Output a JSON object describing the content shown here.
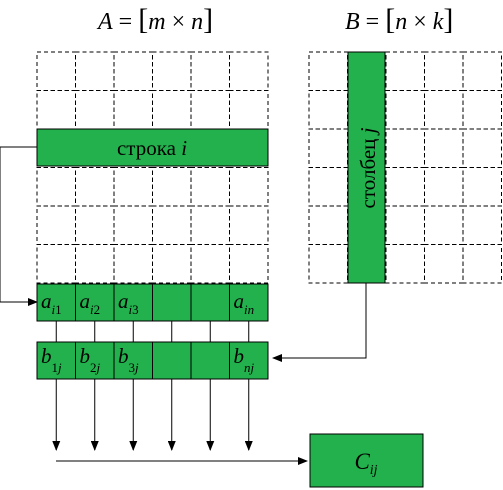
{
  "matrixA": {
    "title": {
      "lhs": "A",
      "eq": " = ",
      "lb": "[",
      "m": "m",
      "times": " × ",
      "n": "n",
      "rb": "]"
    },
    "rows": 6,
    "cols": 6,
    "highlight_row": 3,
    "row_label": {
      "word": "строка ",
      "index": "i"
    }
  },
  "matrixB": {
    "title": {
      "lhs": "B",
      "eq": " = ",
      "lb": "[",
      "n": "n",
      "times": " × ",
      "k": "k",
      "rb": "]"
    },
    "rows": 6,
    "cols": 5,
    "highlight_col": 2,
    "col_label": {
      "word": "столбец ",
      "index": "j"
    }
  },
  "vectorA": [
    {
      "base": "a",
      "sub_i": "i",
      "sub_n": "1"
    },
    {
      "base": "a",
      "sub_i": "i",
      "sub_n": "2"
    },
    {
      "base": "a",
      "sub_i": "i",
      "sub_n": "3"
    },
    {
      "base": "",
      "sub_i": "",
      "sub_n": ""
    },
    {
      "base": "",
      "sub_i": "",
      "sub_n": ""
    },
    {
      "base": "a",
      "sub_i": "in",
      "sub_n": ""
    }
  ],
  "vectorB": [
    {
      "base": "b",
      "sub_n": "1",
      "sub_j": "j"
    },
    {
      "base": "b",
      "sub_n": "2",
      "sub_j": "j"
    },
    {
      "base": "b",
      "sub_n": "3",
      "sub_j": "j"
    },
    {
      "base": "",
      "sub_n": "",
      "sub_j": ""
    },
    {
      "base": "",
      "sub_n": "",
      "sub_j": ""
    },
    {
      "base": "b",
      "sub_n": "nj",
      "sub_j": ""
    }
  ],
  "result": {
    "base": "C",
    "sub": "ij"
  },
  "colors": {
    "green": "#22b14c",
    "line": "#000000",
    "background": "#ffffff"
  }
}
